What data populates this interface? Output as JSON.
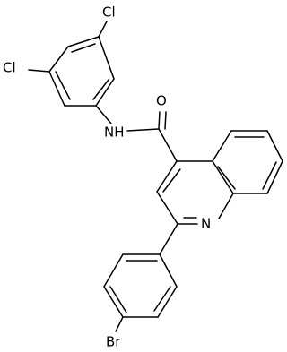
{
  "structure": {
    "atom_labels": {
      "cl_upper": "Cl",
      "cl_left": "Cl",
      "amide_nh": "NH",
      "carbonyl_o": "O",
      "ring_n": "N",
      "br": "Br"
    }
  }
}
